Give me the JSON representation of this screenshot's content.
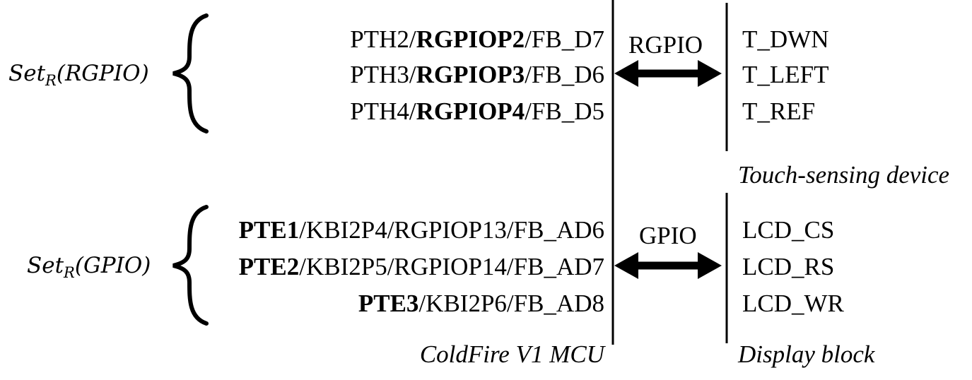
{
  "sets": [
    {
      "label": "Set",
      "subscript": "R",
      "argument": "(RGPIO)"
    },
    {
      "label": "Set",
      "subscript": "R",
      "argument": "(GPIO)"
    }
  ],
  "mcu_pins_rgpio": [
    {
      "pre": "PTH2/",
      "bold": "RGPIOP2",
      "post": "/FB_D7"
    },
    {
      "pre": "PTH3/",
      "bold": "RGPIOP3",
      "post": "/FB_D6"
    },
    {
      "pre": "PTH4/",
      "bold": "RGPIOP4",
      "post": "/FB_D5"
    }
  ],
  "mcu_pins_gpio": [
    {
      "pre": "",
      "bold": "PTE1",
      "post": "/KBI2P4/RGPIOP13/FB_AD6"
    },
    {
      "pre": "",
      "bold": "PTE2",
      "post": "/KBI2P5/RGPIOP14/FB_AD7"
    },
    {
      "pre": "",
      "bold": "PTE3",
      "post": "/KBI2P6/FB_AD8"
    }
  ],
  "bus_labels": {
    "top": "RGPIO",
    "bottom": "GPIO"
  },
  "touch_signals": [
    "T_DWN",
    "T_LEFT",
    "T_REF"
  ],
  "display_signals": [
    "LCD_CS",
    "LCD_RS",
    "LCD_WR"
  ],
  "captions": {
    "mcu": "ColdFire V1 MCU",
    "touch_device": "Touch-sensing device",
    "display_block": "Display block"
  }
}
